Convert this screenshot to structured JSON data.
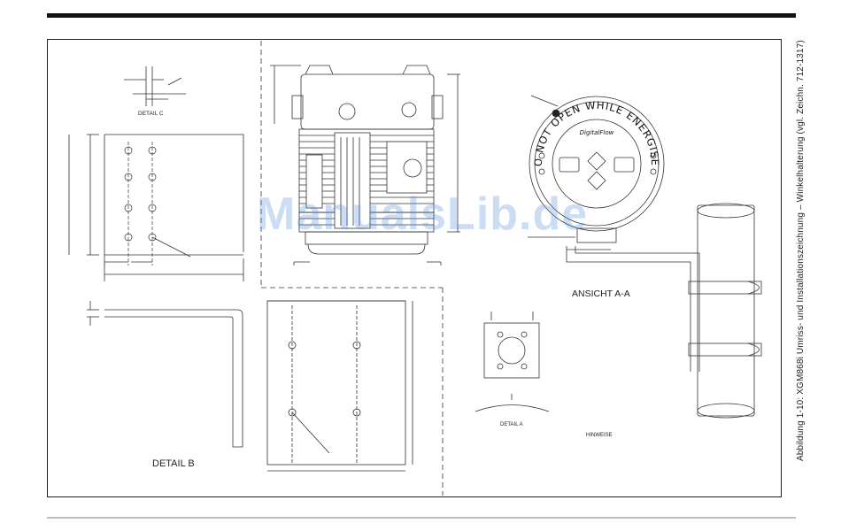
{
  "figure": {
    "caption": "Abbildung 1-10: XGM868i Umriss- und Installationszeichnung – Winkelhalterung (vgl. Zeichn. 712-1317)",
    "view_labels": {
      "detail_b": "DETAIL B",
      "ansicht_aa": "ANSICHT A-A",
      "detail_c": "DETAIL C",
      "detail_a": "DETAIL A",
      "hinweise": "HINWEISE"
    },
    "enclosure_text": {
      "warning": "DO NOT OPEN WHILE ENERGISED",
      "product": "DigitalFlow"
    }
  },
  "watermark": "ManualsLib.de"
}
